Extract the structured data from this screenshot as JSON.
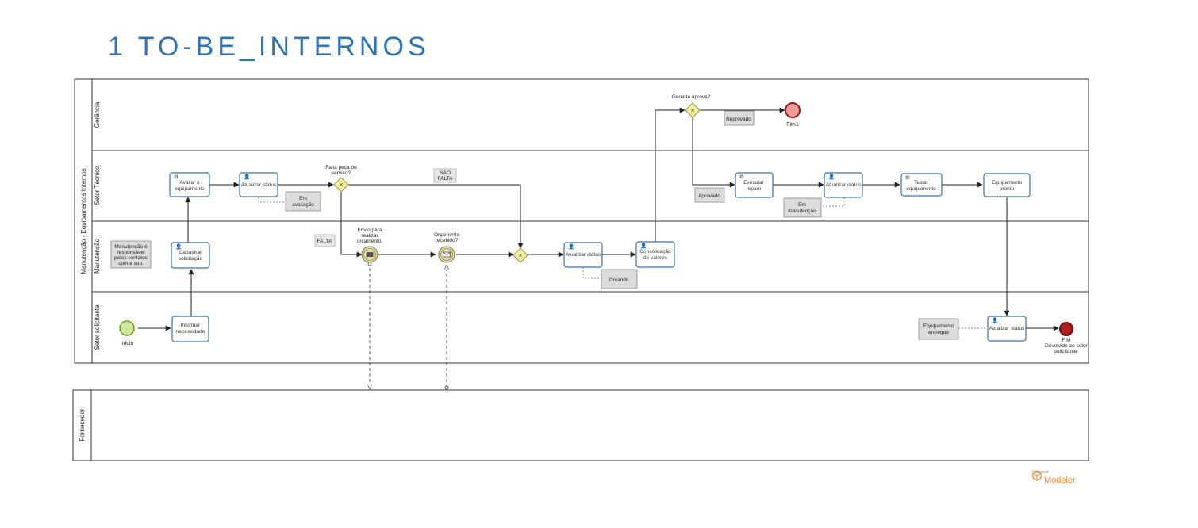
{
  "title": "1   TO-BE_INTERNOS",
  "pool_main": "Manutenção - Equipamentos Internos",
  "pool_supplier": "Fornecedor",
  "lanes": [
    "Gerência",
    "Setor Técnico",
    "Manutenção",
    "Setor solicitante"
  ],
  "tasks": {
    "avaliar": [
      "Avaliar o",
      "equipamento"
    ],
    "status1": [
      "Atualizar status"
    ],
    "cadastrar": [
      "Cadastrar",
      "solicitação"
    ],
    "informar": [
      "Informar",
      "necessidade"
    ],
    "status2": [
      "Atualizar status"
    ],
    "consolidacao": [
      "Consolidação",
      "de valores"
    ],
    "reparo": [
      "Executar",
      "reparo"
    ],
    "status3": [
      "Atualizar status"
    ],
    "testar": [
      "Testar",
      "equipamento"
    ],
    "pronto": [
      "Equipamento",
      "pronto"
    ],
    "status4": [
      "Atualizar status"
    ]
  },
  "events": {
    "start": "Início",
    "end1": "Fim1",
    "end2": [
      "FIM",
      "Devolvido ao setor",
      "solicitante."
    ],
    "envio": [
      "Envio para",
      "realizar",
      "orçamento."
    ],
    "orcamento": [
      "Orçamento",
      "recebido?"
    ]
  },
  "gateways": {
    "falta_peca": [
      "Falta peça ou",
      "serviço?"
    ],
    "gerente": "Gerente aprova?"
  },
  "labels": {
    "nao_falta": [
      "NÃO",
      "FALTA"
    ],
    "falta": "FALTA"
  },
  "docs": {
    "em_avaliacao": [
      "Em",
      "avaliação"
    ],
    "manutencao_resp": [
      "Manutenção é",
      "responsável",
      "pelos contatos",
      "com a sup."
    ],
    "orcando": "Orçando",
    "reprovado": "Reprovado",
    "aprovado": "Aprovado",
    "em_manutencao": [
      "Em",
      "manutenção"
    ],
    "entregue": [
      "Equipamento",
      "entregue"
    ]
  },
  "brand": {
    "powered": "Powered by",
    "sub": "bizagi",
    "name": "Modeler"
  },
  "colors": {
    "title": "#2e75b6",
    "task_border": "#3a6fb0",
    "start_fill": "#cfe8a0",
    "start_stroke": "#6a9a1e",
    "end1_fill": "#f29b9b",
    "end2_fill": "#b41e1e",
    "gateway_fill": "#f3eda0",
    "brand": "#f28c28"
  }
}
